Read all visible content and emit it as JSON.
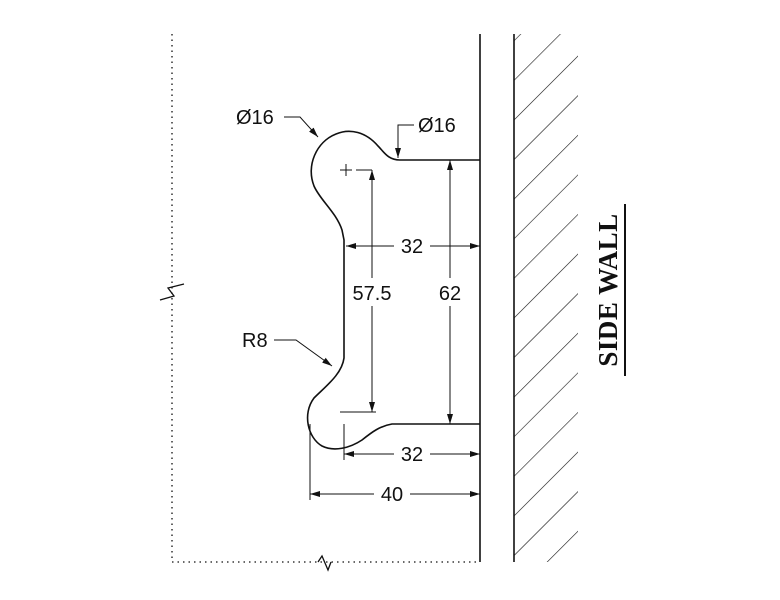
{
  "labels": {
    "diameter_top_left": "Ø16",
    "diameter_top_right": "Ø16",
    "radius": "R8",
    "dim_height_inner": "57.5",
    "dim_height_outer": "62",
    "dim_width_top": "32",
    "dim_width_bottom": "32",
    "dim_width_overall": "40",
    "side_wall": "SIDE WALL"
  },
  "colors": {
    "line": "#111111",
    "background": "#ffffff"
  }
}
